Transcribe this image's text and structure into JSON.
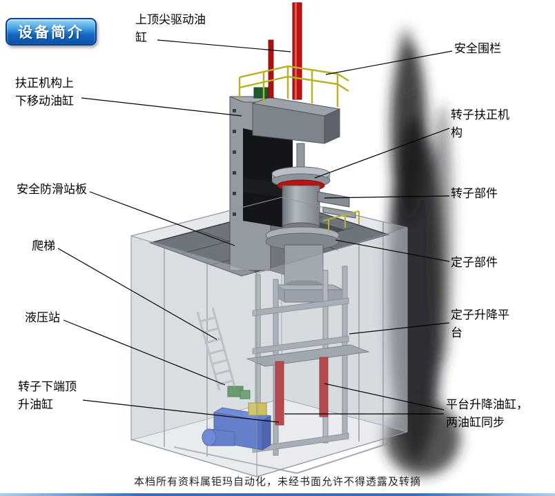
{
  "badge": {
    "label": "设备简介"
  },
  "annotations": {
    "top_drive_cylinder": "上顶尖驱动油缸",
    "safety_fence": "安全围栏",
    "centering_mechanism_cylinder": "扶正机构上下移动油缸",
    "rotor_centering_mechanism": "转子扶正机构",
    "anti_slip_platform": "安全防滑站板",
    "rotor_component": "转子部件",
    "ladder": "爬梯",
    "stator_component": "定子部件",
    "hydraulic_station": "液压站",
    "stator_lift_platform": "定子升降平台",
    "rotor_bottom_jack_cylinder": "转子下端顶升油缸",
    "platform_lift_cylinders": "平台升降油缸，两油缸同步"
  },
  "footer": {
    "text": "本档所有资料属钜玛自动化，未经书面允许不得透露及转摘"
  },
  "colors": {
    "badge_blue": "#1266c0",
    "cylinder_red": "#bb1111",
    "railing_yellow": "#b6b32a",
    "hydraulic_blue": "#2a4fc4",
    "platform_gray": "#6e747c",
    "leader_line": "#000000"
  }
}
